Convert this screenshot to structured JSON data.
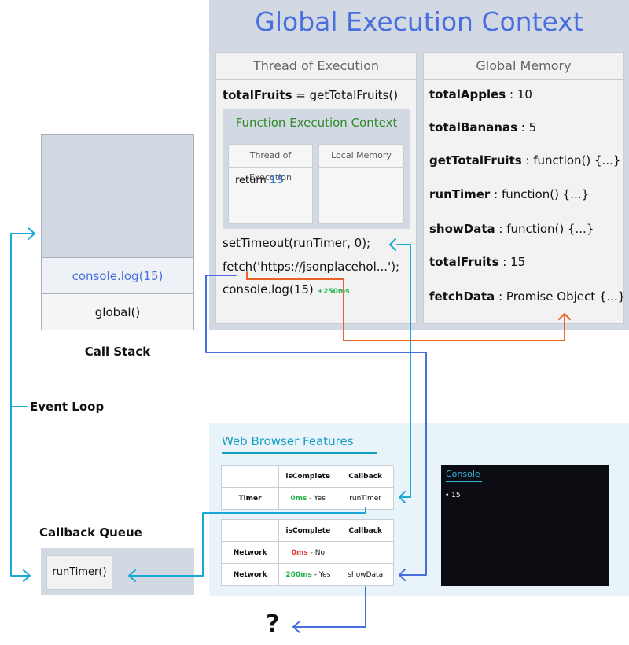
{
  "global_execution_context": {
    "title": "Global Execution Context",
    "thread_of_execution": {
      "heading": "Thread of Execution",
      "line1_var": "totalFruits",
      "line1_rest": " = getTotalFruits()",
      "function_execution_context": {
        "title": "Function Execution Context",
        "thread_heading": "Thread of Execution",
        "memory_heading": "Local Memory",
        "return_keyword": "return ",
        "return_value": "15"
      },
      "line_settimeout": "setTimeout(runTimer, 0);",
      "line_fetch": "fetch('https://jsonplacehol...');",
      "line_console": "console.log(15)",
      "line_console_badge": "+250ms"
    },
    "global_memory": {
      "heading": "Global Memory",
      "entries": [
        {
          "name": "totalApples",
          "value": "10"
        },
        {
          "name": "totalBananas",
          "value": "5"
        },
        {
          "name": "getTotalFruits",
          "value": "function() {...}"
        },
        {
          "name": "runTimer",
          "value": "function() {...}"
        },
        {
          "name": "showData",
          "value": "function() {...}"
        },
        {
          "name": "totalFruits",
          "value": "15"
        },
        {
          "name": "fetchData",
          "value": "Promise Object {...}"
        }
      ]
    }
  },
  "call_stack": {
    "label": "Call Stack",
    "frames": [
      "console.log(15)",
      "global()"
    ]
  },
  "event_loop_label": "Event Loop",
  "callback_queue": {
    "label": "Callback Queue",
    "items": [
      "runTimer()"
    ]
  },
  "web_browser_features": {
    "title": "Web Browser Features",
    "timer_table": {
      "headers": [
        "",
        "isComplete",
        "Callback"
      ],
      "row": {
        "label": "Timer",
        "ms": "0ms",
        "status": " - Yes",
        "callback": "runTimer"
      }
    },
    "network_table": {
      "headers": [
        "",
        "isComplete",
        "Callback"
      ],
      "rows": [
        {
          "label": "Network",
          "ms": "0ms",
          "status": " - No",
          "callback": ""
        },
        {
          "label": "Network",
          "ms": "200ms",
          "status": " - Yes",
          "callback": "showData"
        }
      ]
    }
  },
  "console": {
    "title": "Console",
    "lines": [
      "•  15"
    ]
  },
  "question_mark": "?",
  "colors": {
    "title_blue": "#4a6ee0",
    "fec_green": "#2f8a2a",
    "arrow_cyan": "#1aa8d4",
    "arrow_blue": "#4a6ee0",
    "arrow_orange": "#e8622a",
    "ms_green": "#1fb24a",
    "ms_red": "#e03a3a"
  }
}
